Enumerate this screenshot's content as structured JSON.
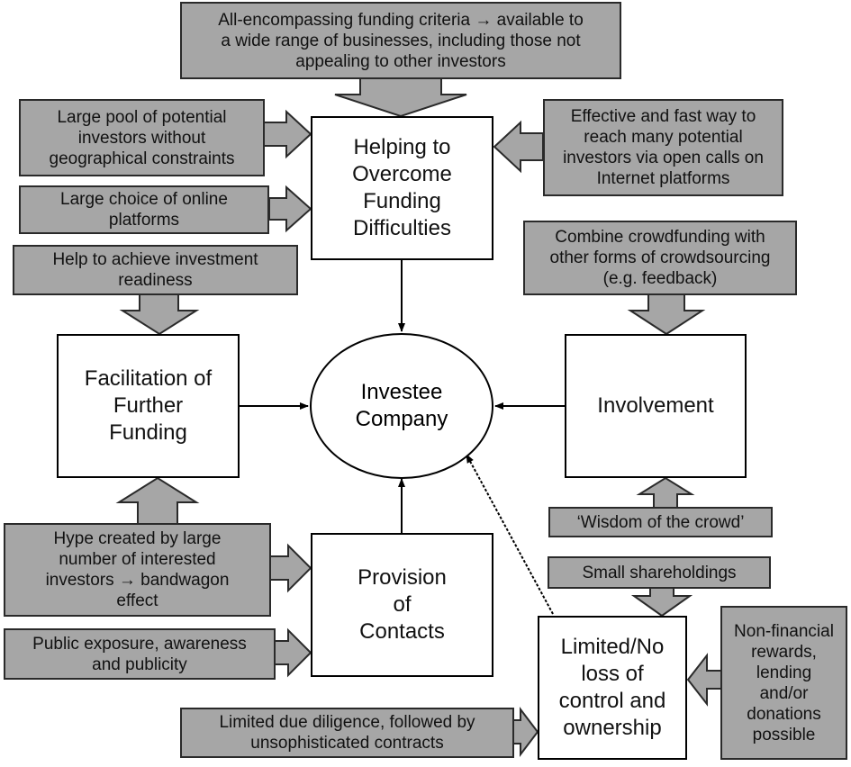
{
  "center": {
    "label": "Investee\nCompany"
  },
  "main_boxes": {
    "funding": "Helping to\nOvercome\nFunding\nDifficulties",
    "facilitation": "Facilitation of\nFurther\nFunding",
    "involvement": "Involvement",
    "contacts": "Provision\nof\nContacts",
    "control": "Limited/No\nloss of\ncontrol and\nownership"
  },
  "notes": {
    "criteria": "All-encompassing funding criteria → available to\na wide range of businesses, including those not\nappealing to other investors",
    "pool": "Large pool of potential\ninvestors without\ngeographical constraints",
    "platforms": "Large choice of online\nplatforms",
    "effective": "Effective and fast way to\nreach many potential\ninvestors via open calls on\nInternet platforms",
    "readiness": "Help to achieve investment\nreadiness",
    "combine": "Combine crowdfunding with\nother forms of crowdsourcing\n(e.g. feedback)",
    "wisdom": "‘Wisdom of the crowd’",
    "hype": "Hype created by large\nnumber of interested\ninvestors → bandwagon\neffect",
    "exposure": "Public exposure, awareness\nand publicity",
    "small": "Small shareholdings",
    "nonfinancial": "Non-financial\nrewards,\nlending\nand/or\ndonations\npossible",
    "diligence": "Limited due diligence, followed by\nunsophisticated contracts"
  },
  "colors": {
    "note_fill": "#a6a6a6",
    "box_fill": "#ffffff",
    "line": "#000000"
  }
}
